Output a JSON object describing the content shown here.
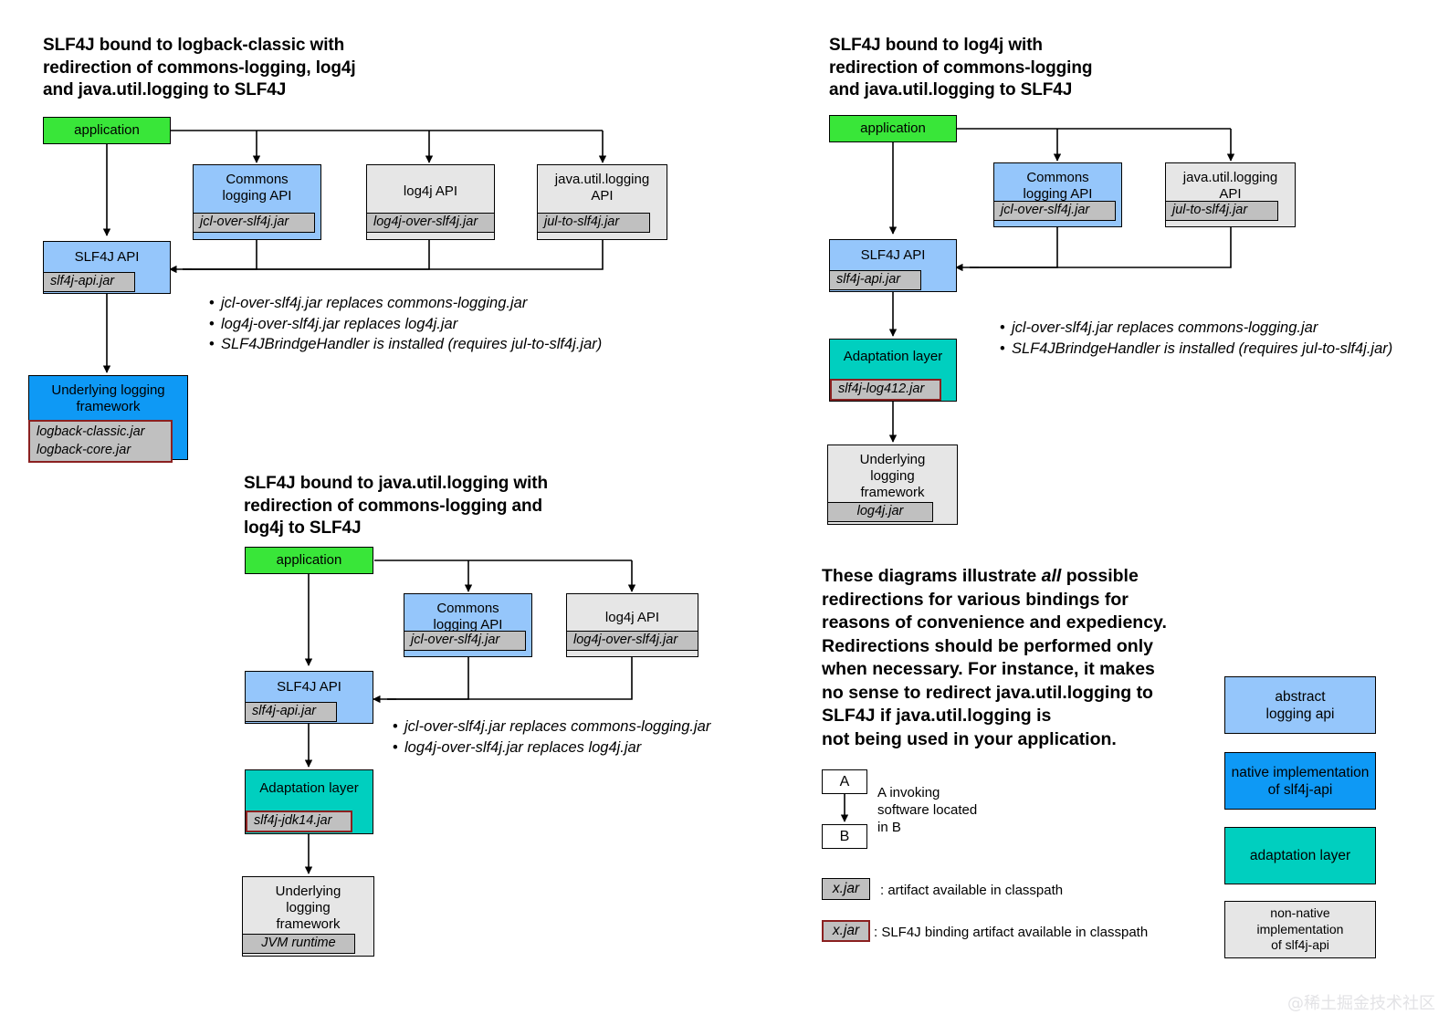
{
  "diagram1": {
    "title": "SLF4J bound to logback-classic with\nredirection of commons-logging, log4j\nand java.util.logging to SLF4J",
    "application": "application",
    "commons": "Commons\nlogging API",
    "commons_jar": "jcl-over-slf4j.jar",
    "log4j_api": "log4j API",
    "log4j_api_jar": "log4j-over-slf4j.jar",
    "jul_api": "java.util.logging\nAPI",
    "jul_api_jar": "jul-to-slf4j.jar",
    "slf4j_api": "SLF4J API",
    "slf4j_api_jar": "slf4j-api.jar",
    "underlying": "Underlying logging\nframework",
    "underlying_jar": "logback-classic.jar\nlogback-core.jar",
    "notes": [
      "jcl-over-slf4j.jar replaces commons-logging.jar",
      "log4j-over-slf4j.jar replaces log4j.jar",
      "SLF4JBrindgeHandler is installed (requires jul-to-slf4j.jar)"
    ]
  },
  "diagram2": {
    "title": "SLF4J bound to log4j with\nredirection of commons-logging\nand java.util.logging to SLF4J",
    "application": "application",
    "commons": "Commons\nlogging API",
    "commons_jar": "jcl-over-slf4j.jar",
    "jul_api": "java.util.logging\nAPI",
    "jul_api_jar": "jul-to-slf4j.jar",
    "slf4j_api": "SLF4J API",
    "slf4j_api_jar": "slf4j-api.jar",
    "adaptation": "Adaptation layer",
    "adaptation_jar": "slf4j-log412.jar",
    "underlying": "Underlying\nlogging\nframework",
    "underlying_jar": "log4j.jar",
    "notes": [
      "jcl-over-slf4j.jar replaces commons-logging.jar",
      "SLF4JBrindgeHandler is installed (requires jul-to-slf4j.jar)"
    ]
  },
  "diagram3": {
    "title": "SLF4J bound to java.util.logging with\nredirection of commons-logging and\nlog4j to SLF4J",
    "application": "application",
    "commons": "Commons\nlogging API",
    "commons_jar": "jcl-over-slf4j.jar",
    "log4j_api": "log4j API",
    "log4j_api_jar": "log4j-over-slf4j.jar",
    "slf4j_api": "SLF4J API",
    "slf4j_api_jar": "slf4j-api.jar",
    "adaptation": "Adaptation layer",
    "adaptation_jar": "slf4j-jdk14.jar",
    "underlying": "Underlying\nlogging\nframework",
    "underlying_jar": "JVM runtime",
    "notes": [
      "jcl-over-slf4j.jar replaces commons-logging.jar",
      "log4j-over-slf4j.jar replaces log4j.jar"
    ]
  },
  "paragraph": {
    "l1a": "These diagrams illustrate ",
    "l1i": "all",
    "l1b": " possible",
    "rest": "redirections for various bindings for\nreasons of convenience and expediency.\nRedirections should be performed only\nwhen necessary. For instance, it makes\nno sense to redirect java.util.logging to\nSLF4J if java.util.logging is\nnot being used in your application."
  },
  "legend": {
    "box_a": "A",
    "box_b": "B",
    "arrow_caption": "A invoking\nsoftware located\nin B",
    "jar_chip": "x.jar",
    "jar_caption": ": artifact available in classpath",
    "bind_chip": "x.jar",
    "bind_caption": ": SLF4J binding artifact available in classpath"
  },
  "key": {
    "abstract": "abstract\nlogging api",
    "native": "native implementation\nof slf4j-api",
    "adaptation": "adaptation layer",
    "nonnative": "non-native implementation\nof slf4j-api"
  },
  "watermark": "@稀土掘金技术社区",
  "colors": {
    "green": "#39e639",
    "abstract_blue": "#95c6fb",
    "native_blue": "#0e99f5",
    "teal": "#00cfbf",
    "gray": "#e6e6e6",
    "jar_gray": "#c0c0c0",
    "binding_border": "#8b2020"
  }
}
